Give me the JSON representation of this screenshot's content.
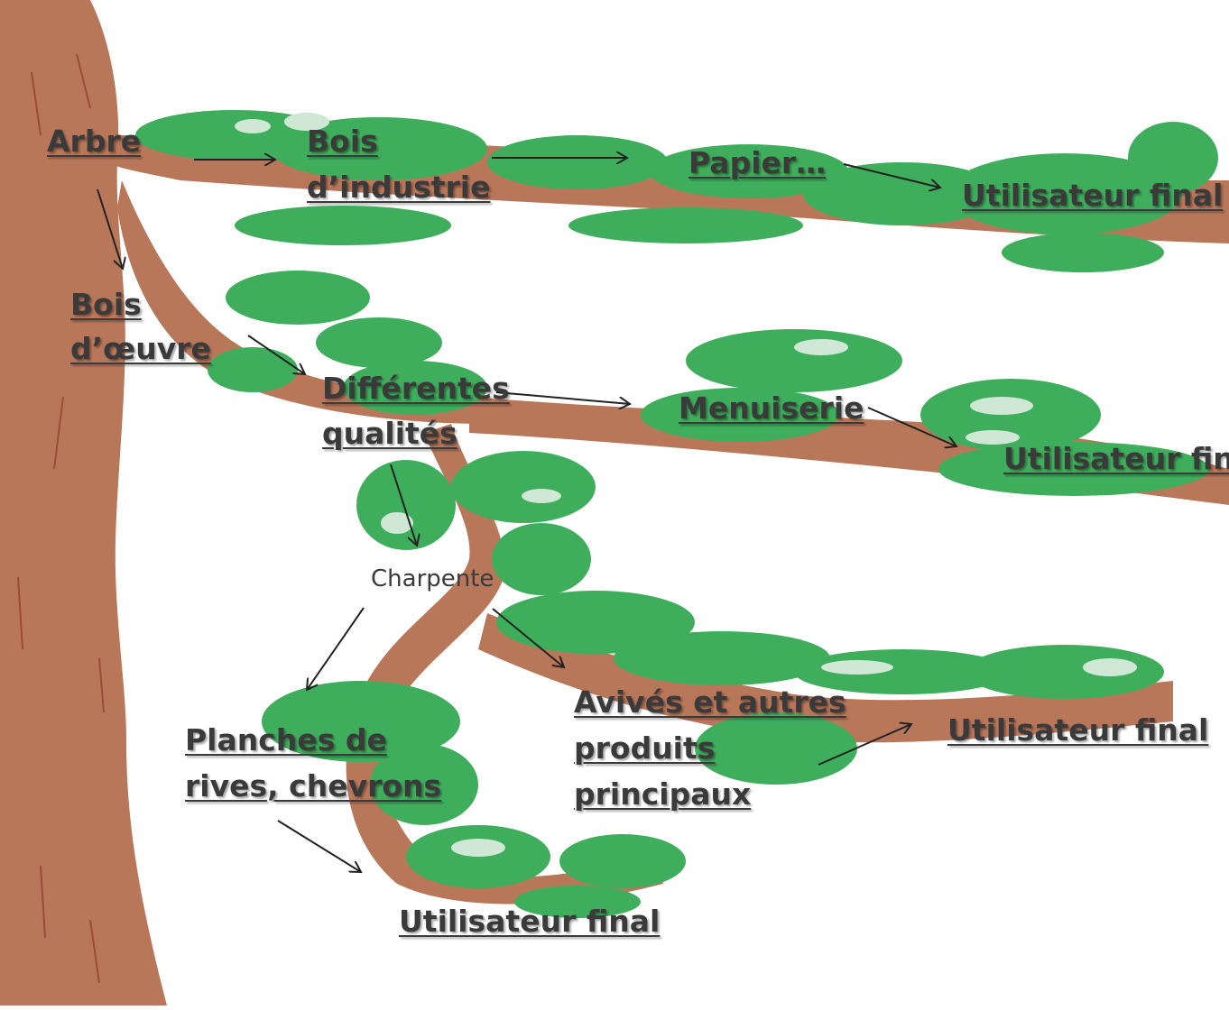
{
  "colors": {
    "trunk": "#b9775a",
    "foliage": "#3fae5c",
    "foliage_light": "#cfe8d6",
    "arrow": "#222222",
    "text": "#3a3a3a"
  },
  "labels": {
    "arbre": "Arbre",
    "bois_industrie_1": "Bois",
    "bois_industrie_2": "d’industrie",
    "papier": "Papier…",
    "utilisateur_1": "Utilisateur final",
    "bois_oeuvre_1": "Bois",
    "bois_oeuvre_2": "d’œuvre",
    "differentes_1": "Différentes",
    "differentes_2": "qualités",
    "menuiserie": "Menuiserie",
    "utilisateur_2": "Utilisateur final",
    "charpente": "Charpente",
    "planches_1": "Planches de",
    "planches_2": "rives, chevrons",
    "avives_1": "Avivés et autres",
    "avives_2": "produits",
    "avives_3": "principaux",
    "utilisateur_3": "Utilisateur final",
    "utilisateur_4": "Utilisateur final"
  }
}
